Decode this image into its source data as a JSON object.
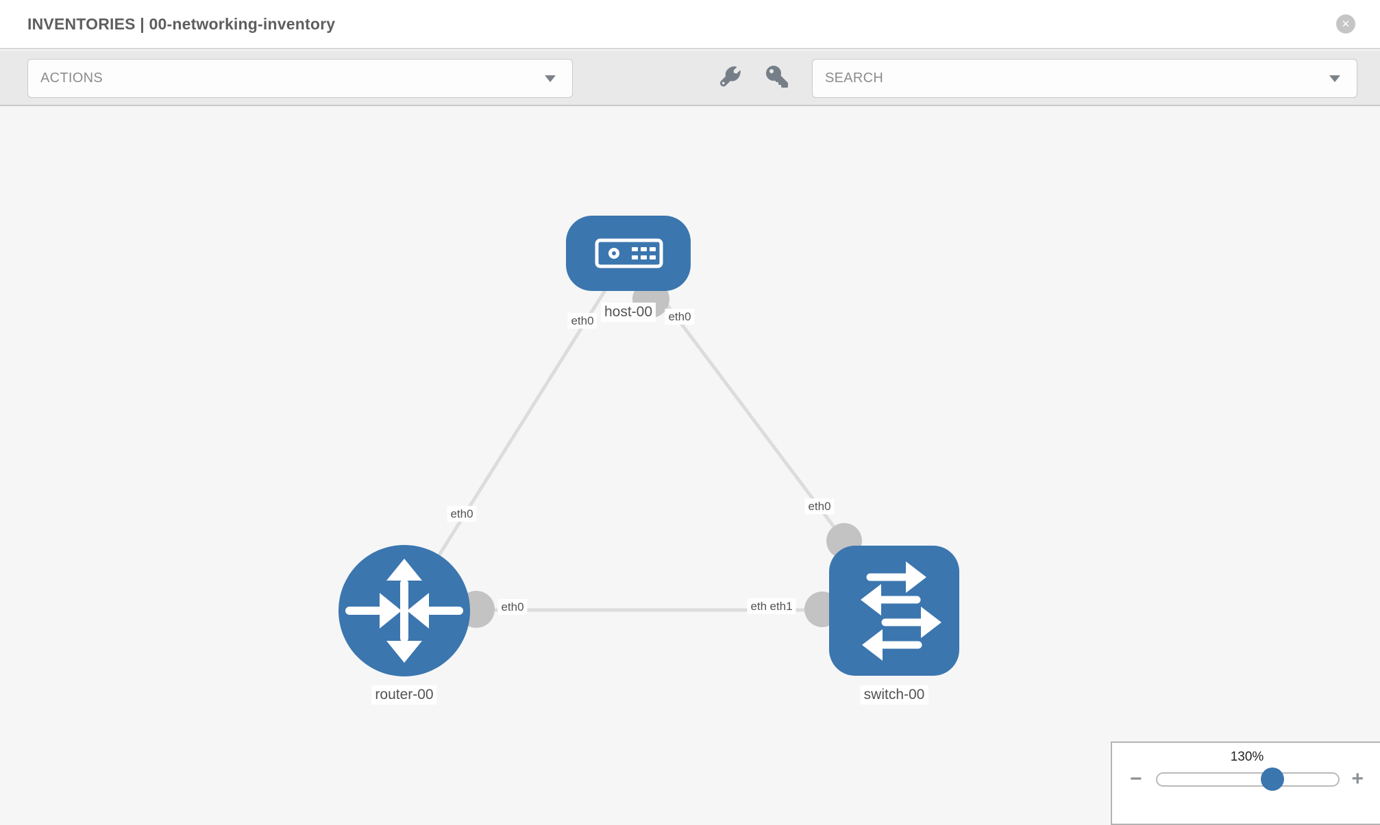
{
  "header": {
    "title": "INVENTORIES | 00-networking-inventory"
  },
  "toolbar": {
    "actions": {
      "label": "ACTIONS"
    },
    "search": {
      "label": "SEARCH"
    },
    "tool_icons": [
      "wrench-icon",
      "key-icon"
    ]
  },
  "icons": {
    "close_glyph": "✕",
    "minus_glyph": "−",
    "plus_glyph": "+"
  },
  "topology": {
    "nodes": [
      {
        "id": "host-00",
        "type": "host",
        "label": "host-00"
      },
      {
        "id": "router-00",
        "type": "router",
        "label": "router-00"
      },
      {
        "id": "switch-00",
        "type": "switch",
        "label": "switch-00"
      }
    ],
    "links": [
      {
        "from": "host-00",
        "to": "router-00",
        "from_iface": "eth0",
        "to_iface": "eth0"
      },
      {
        "from": "host-00",
        "to": "switch-00",
        "from_iface": "eth0",
        "to_iface": "eth0"
      },
      {
        "from": "router-00",
        "to": "switch-00",
        "from_iface": "eth0",
        "to_iface": "eth1"
      }
    ],
    "iface_labels": {
      "host_left": "eth0",
      "host_right": "eth0",
      "link_a_router": "eth0",
      "link_b_switch": "eth0",
      "link_c_router": "eth0",
      "link_c_switch_under": "eth0",
      "link_c_switch_over": "eth1"
    }
  },
  "zoom_control": {
    "value": "130%"
  },
  "colors": {
    "node_blue": "#3b76af",
    "port_gray": "#c3c3c3",
    "link_gray": "#dcdcdc",
    "canvas_bg": "#f6f6f6"
  }
}
